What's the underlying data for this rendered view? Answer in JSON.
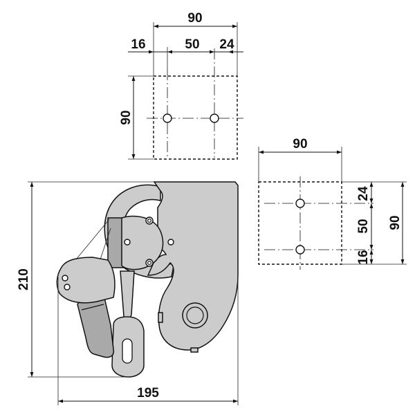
{
  "colors": {
    "ink": "#111111",
    "body_fill": "#cccccc",
    "body_shade": "#a9a9a9",
    "background": "#ffffff"
  },
  "top_view": {
    "width_total": "90",
    "offset_left": "16",
    "hole_spacing": "50",
    "offset_right": "24",
    "height": "90"
  },
  "side_view": {
    "width": "90",
    "offset_top": "24",
    "hole_spacing": "50",
    "offset_bottom": "16",
    "height_total": "90"
  },
  "main_view": {
    "height": "210",
    "width": "195"
  }
}
